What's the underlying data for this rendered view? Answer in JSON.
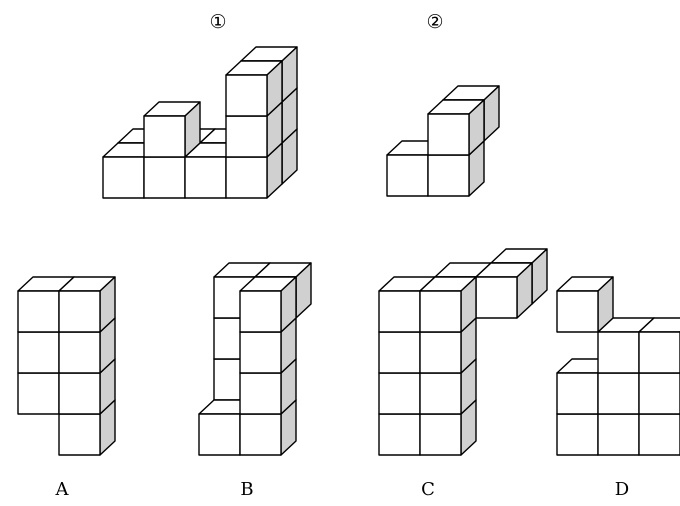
{
  "labels": {
    "circled_1": "①",
    "circled_2": "②",
    "option_a": "A",
    "option_b": "B",
    "option_c": "C",
    "option_d": "D"
  },
  "colors": {
    "face_front": "#ffffff",
    "face_top": "#ffffff",
    "face_side": "#d0d0d0",
    "stroke": "#000000"
  }
}
